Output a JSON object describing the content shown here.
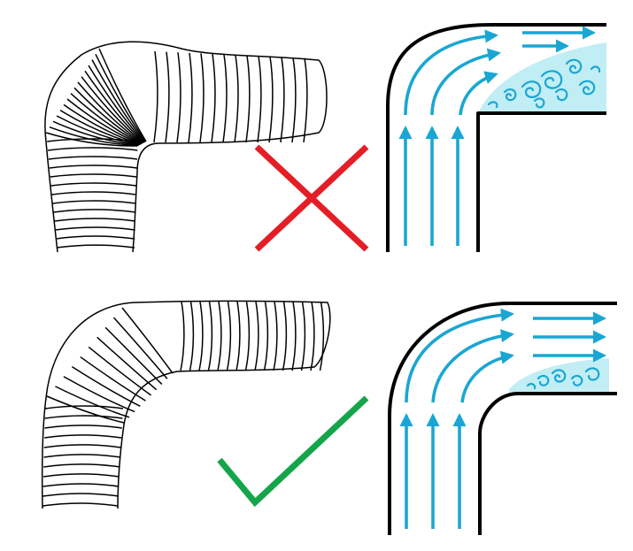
{
  "colors": {
    "background": "#ffffff",
    "outline": "#000000",
    "flow": "#1aa6d3",
    "turbulence_fill": "#b9ecf3",
    "wrong": "#e41e26",
    "right": "#14a54b"
  },
  "panels": [
    {
      "id": "bad",
      "duct_shape": "sharp-elbow",
      "flow": "turbulent",
      "verdict": "wrong",
      "verdict_icon": "cross-icon"
    },
    {
      "id": "good",
      "duct_shape": "gradual-bend",
      "flow": "smooth",
      "verdict": "right",
      "verdict_icon": "check-icon"
    }
  ]
}
